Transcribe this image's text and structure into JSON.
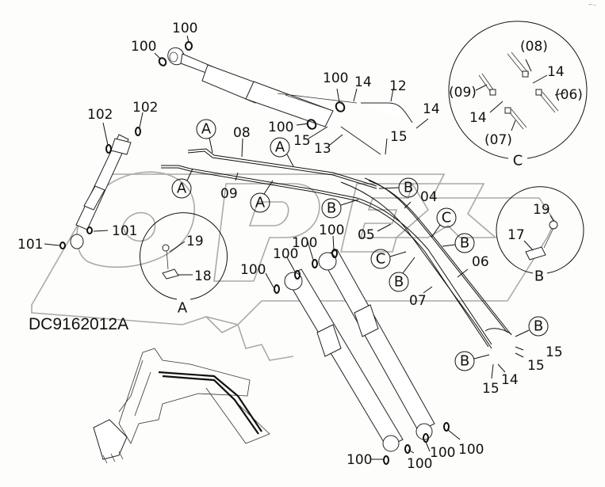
{
  "diagram": {
    "drawing_code": "DC9162012A",
    "corner_mark": "⌐‒",
    "watermark": "OPEX",
    "detail_views": {
      "A": {
        "title": "A",
        "parts": [
          "19",
          "18"
        ]
      },
      "B": {
        "title": "B",
        "parts": [
          "19",
          "17"
        ]
      },
      "C": {
        "title": "C",
        "parts": [
          "(08)",
          "14",
          "(09)",
          "(06)",
          "14",
          "(07)"
        ]
      }
    },
    "callouts": {
      "A": "A",
      "B": "B",
      "C": "C"
    },
    "labels": [
      {
        "id": "l100a",
        "text": "100"
      },
      {
        "id": "l100b",
        "text": "100"
      },
      {
        "id": "l100c",
        "text": "100"
      },
      {
        "id": "l14a",
        "text": "14"
      },
      {
        "id": "l12",
        "text": "12"
      },
      {
        "id": "l14b",
        "text": "14"
      },
      {
        "id": "l102a",
        "text": "102"
      },
      {
        "id": "l102b",
        "text": "102"
      },
      {
        "id": "l08",
        "text": "08"
      },
      {
        "id": "l100d",
        "text": "100"
      },
      {
        "id": "l15a",
        "text": "15"
      },
      {
        "id": "l13",
        "text": "13"
      },
      {
        "id": "l15b",
        "text": "15"
      },
      {
        "id": "l09",
        "text": "09"
      },
      {
        "id": "l04",
        "text": "04"
      },
      {
        "id": "l05",
        "text": "05"
      },
      {
        "id": "l101a",
        "text": "101"
      },
      {
        "id": "l101b",
        "text": "101"
      },
      {
        "id": "l100e",
        "text": "100"
      },
      {
        "id": "l100f",
        "text": "100"
      },
      {
        "id": "l100g",
        "text": "100"
      },
      {
        "id": "l100h",
        "text": "100"
      },
      {
        "id": "l06",
        "text": "06"
      },
      {
        "id": "l07",
        "text": "07"
      },
      {
        "id": "l15c",
        "text": "15"
      },
      {
        "id": "l15d",
        "text": "15"
      },
      {
        "id": "l14c",
        "text": "14"
      },
      {
        "id": "l15e",
        "text": "15"
      },
      {
        "id": "l100i",
        "text": "100"
      },
      {
        "id": "l100j",
        "text": "100"
      },
      {
        "id": "l100k",
        "text": "100"
      },
      {
        "id": "l100l",
        "text": "100"
      }
    ]
  }
}
